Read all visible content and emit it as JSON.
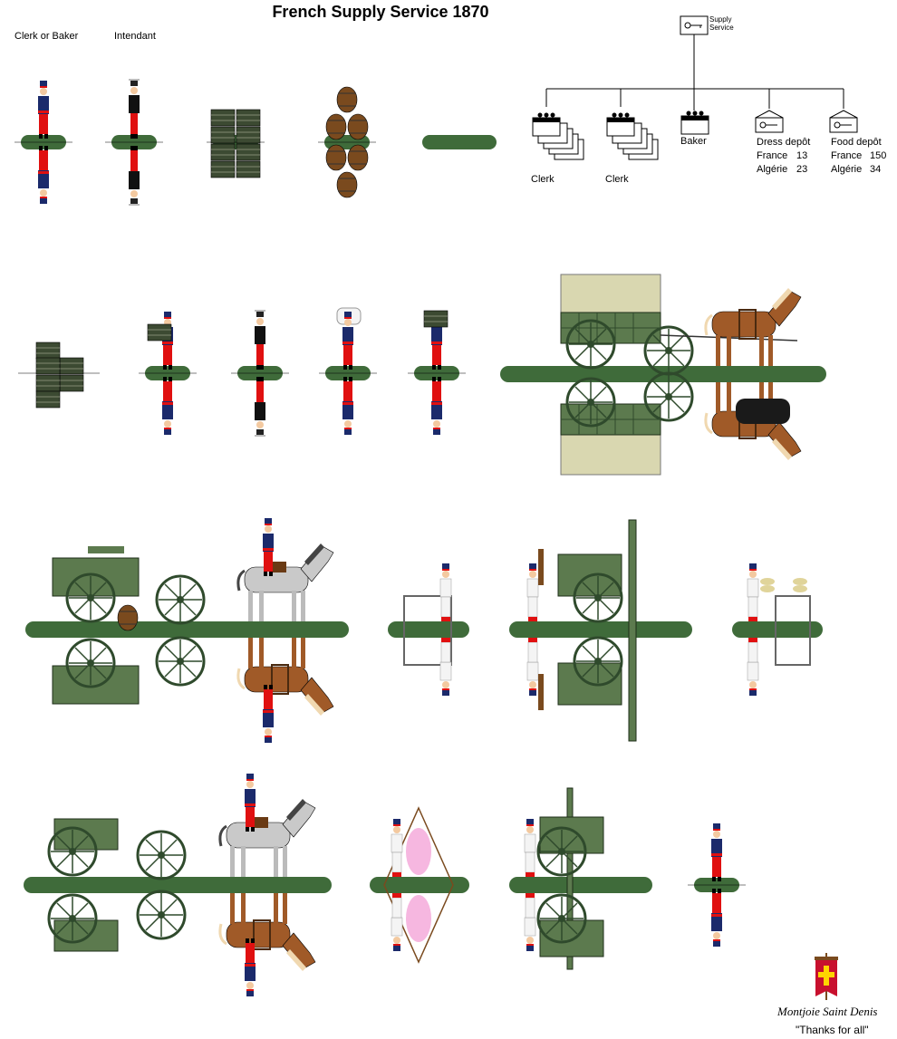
{
  "title": "French Supply Service 1870",
  "figure_labels": {
    "clerk_or_baker": "Clerk or Baker",
    "intendant": "Intendant"
  },
  "org_chart": {
    "root": "Supply Service",
    "clerk_1": "Clerk",
    "clerk_2": "Clerk",
    "baker": "Baker",
    "dress_depot": {
      "name": "Dress depôt",
      "rows": [
        {
          "region": "France",
          "count": "13"
        },
        {
          "region": "Algérie",
          "count": "23"
        }
      ]
    },
    "food_depot": {
      "name": "Food depôt",
      "rows": [
        {
          "region": "France",
          "count": "150"
        },
        {
          "region": "Algérie",
          "count": "34"
        }
      ]
    }
  },
  "credits": {
    "author": "Montjoie Saint Denis",
    "thanks": "\"Thanks for all\""
  },
  "colors": {
    "base_green": "#3f6b3a",
    "wagon_green": "#5c7a4e",
    "coat_blue": "#1b2a6b",
    "trouser_red": "#e01010",
    "canvas": "#d9d7b0",
    "horse_brown": "#a05a28",
    "horse_grey": "#c9c9c9",
    "barrel_brown": "#7a4a1e",
    "banner_red": "#c8102e",
    "cross_yellow": "#ffd400"
  }
}
